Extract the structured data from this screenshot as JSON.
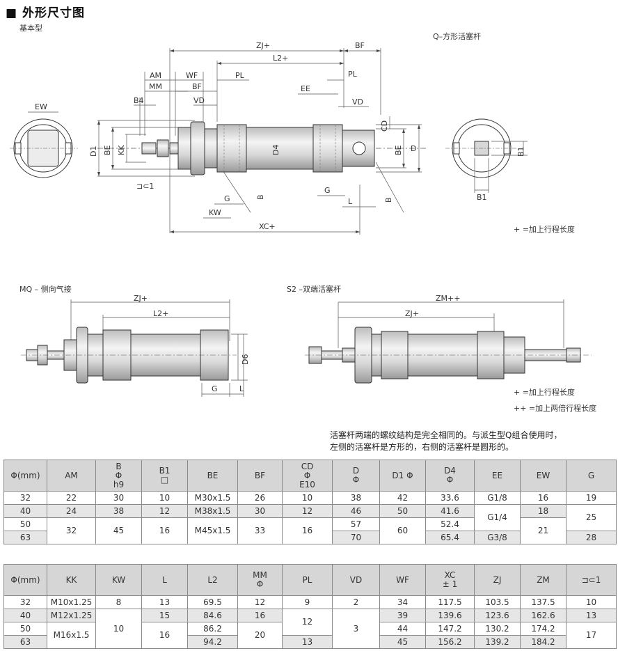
{
  "header": {
    "title": "■ 外形尺寸图",
    "subtitle": "基本型"
  },
  "main_drawing": {
    "q_label": "Q–方形活塞杆",
    "plus_note": "+ =加上行程长度",
    "dims": {
      "zj": "ZJ+",
      "bf": "BF",
      "l2": "L2+",
      "pl": "PL",
      "am": "AM",
      "wf": "WF",
      "mm": "MM",
      "b4": "B4",
      "vd": "VD",
      "ee": "EE",
      "ew": "EW",
      "d1": "D1",
      "be": "BE",
      "kk": "KK",
      "d4": "D4",
      "cd": "CD",
      "d": "D",
      "b1": "B1",
      "c1": "⊐⊂1",
      "g": "G",
      "kw": "KW",
      "b": "B",
      "l": "L",
      "xc": "XC+"
    }
  },
  "mq_drawing": {
    "label": "MQ – 侧向气接",
    "dims": {
      "zj": "ZJ+",
      "l2": "L2+",
      "d6": "D6",
      "g": "G",
      "l": "L"
    }
  },
  "s2_drawing": {
    "label": "S2 –双端活塞杆",
    "dims": {
      "zm": "ZM++",
      "zj": "ZJ+"
    },
    "note1": "+ =加上行程长度",
    "note2": "++ =加上两倍行程长度"
  },
  "notes": {
    "line1": "活塞杆两端的螺纹结构是完全相同的。与派生型Q组合使用时，",
    "line2": "左侧的活塞杆是方形的，右侧的活塞杆是圆形的。"
  },
  "table1": {
    "headers": [
      [
        "Φ(mm)"
      ],
      [
        "AM"
      ],
      [
        "B",
        "Φ",
        "h9"
      ],
      [
        "B1",
        "□"
      ],
      [
        "BE"
      ],
      [
        "BF"
      ],
      [
        "CD",
        "Φ",
        "E10"
      ],
      [
        "D",
        "Φ"
      ],
      [
        "D1 Φ"
      ],
      [
        "D4",
        "Φ"
      ],
      [
        "EE"
      ],
      [
        "EW"
      ],
      [
        "G"
      ]
    ],
    "rows": [
      [
        "32",
        "22",
        "30",
        "10",
        "M30x1.5",
        "26",
        "10",
        "38",
        "42",
        "33.6",
        "G1/8",
        "16",
        "19"
      ],
      [
        "40",
        "24",
        "38",
        "12",
        "M38x1.5",
        "30",
        "12",
        "46",
        "50",
        "41.6",
        "G1/4",
        "18",
        "25"
      ],
      [
        "50",
        "32",
        "45",
        "16",
        "M45x1.5",
        "33",
        "16",
        "57",
        "60",
        "52.4",
        "",
        "21",
        ""
      ],
      [
        "63",
        "",
        "",
        "",
        "",
        "",
        "",
        "70",
        "",
        "65.4",
        "G3/8",
        "",
        "28"
      ]
    ]
  },
  "table2": {
    "headers": [
      [
        "Φ(mm)"
      ],
      [
        "KK"
      ],
      [
        "KW"
      ],
      [
        "L"
      ],
      [
        "L2"
      ],
      [
        "MM",
        "Φ"
      ],
      [
        "PL"
      ],
      [
        "VD"
      ],
      [
        "WF"
      ],
      [
        "XC",
        "± 1"
      ],
      [
        "ZJ"
      ],
      [
        "ZM"
      ],
      [
        "⊐⊂1"
      ]
    ],
    "rows": [
      [
        "32",
        "M10x1.25",
        "8",
        "13",
        "69.5",
        "12",
        "9",
        "2",
        "34",
        "117.5",
        "103.5",
        "137.5",
        "10"
      ],
      [
        "40",
        "M12x1.25",
        "10",
        "15",
        "84.6",
        "16",
        "12",
        "3",
        "39",
        "139.6",
        "123.6",
        "162.6",
        "13"
      ],
      [
        "50",
        "M16x1.5",
        "",
        "16",
        "86.2",
        "20",
        "",
        "",
        "44",
        "147.2",
        "130.2",
        "174.2",
        "17"
      ],
      [
        "63",
        "",
        "",
        "",
        "94.2",
        "",
        "13",
        "",
        "45",
        "156.2",
        "139.2",
        "184.2",
        ""
      ]
    ]
  }
}
